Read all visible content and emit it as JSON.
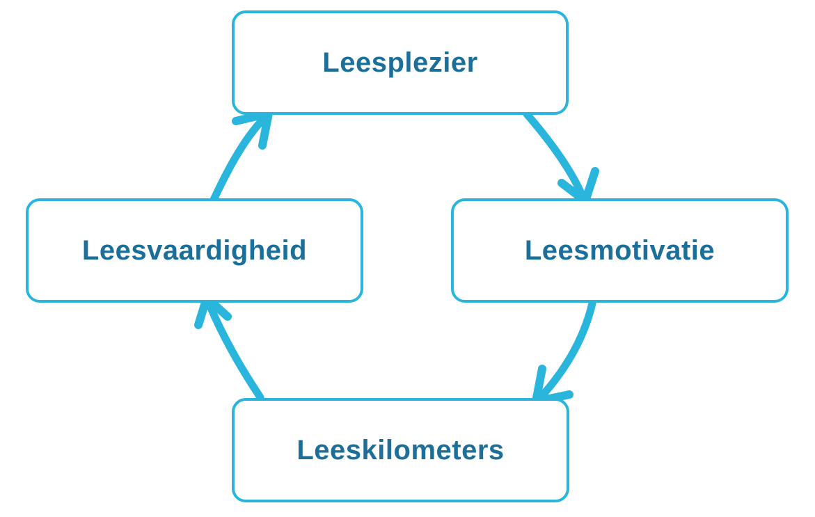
{
  "diagram": {
    "type": "cycle",
    "nodes": [
      {
        "id": "leesplezier",
        "label": "Leesplezier",
        "position": "top"
      },
      {
        "id": "leesmotivatie",
        "label": "Leesmotivatie",
        "position": "right"
      },
      {
        "id": "leeskilometers",
        "label": "Leeskilometers",
        "position": "bottom"
      },
      {
        "id": "leesvaardigheid",
        "label": "Leesvaardigheid",
        "position": "left"
      }
    ],
    "edges": [
      {
        "from": "leesplezier",
        "to": "leesmotivatie"
      },
      {
        "from": "leesmotivatie",
        "to": "leeskilometers"
      },
      {
        "from": "leeskilometers",
        "to": "leesvaardigheid"
      },
      {
        "from": "leesvaardigheid",
        "to": "leesplezier"
      }
    ],
    "colors": {
      "accent": "#29b5dc",
      "text": "#1c6f99",
      "background": "#ffffff"
    }
  }
}
